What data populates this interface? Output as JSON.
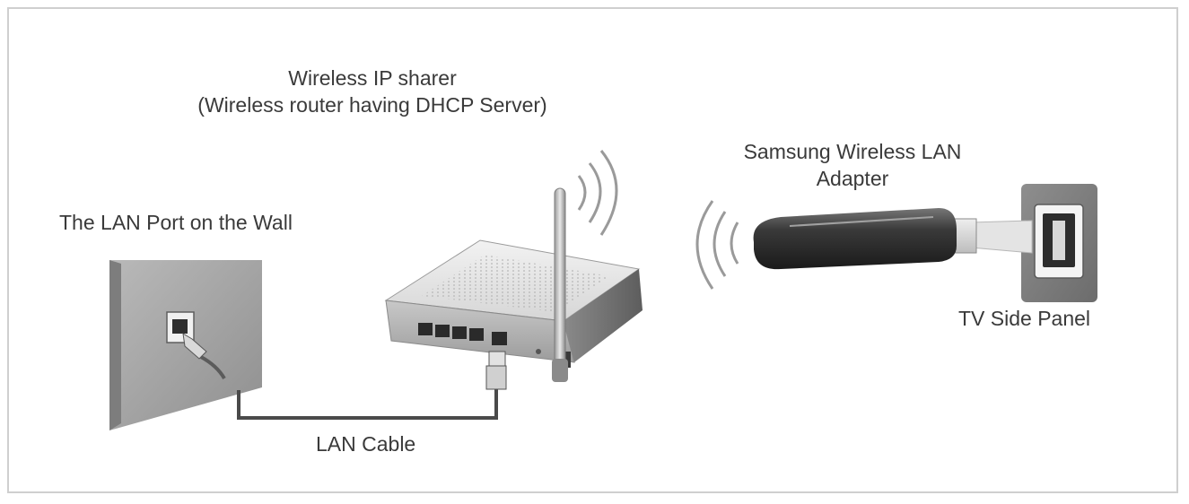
{
  "labels": {
    "router_title_line1": "Wireless IP sharer",
    "router_title_line2": "(Wireless router having DHCP Server)",
    "adapter_line1": "Samsung Wireless LAN",
    "adapter_line2": "Adapter",
    "wall_port": "The LAN Port on the Wall",
    "tv_side_panel": "TV Side Panel",
    "lan_cable": "LAN Cable"
  },
  "icons": [
    "wall-lan-port-icon",
    "wireless-router-icon",
    "wifi-signal-icon",
    "usb-lan-adapter-icon",
    "tv-usb-port-icon",
    "lan-cable-icon"
  ]
}
